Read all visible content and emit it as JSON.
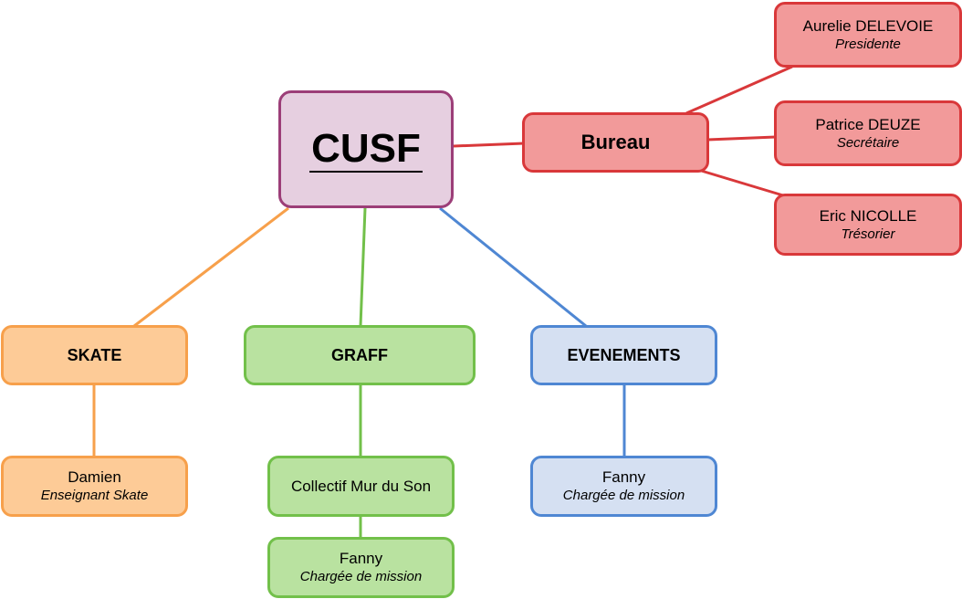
{
  "colors": {
    "root_fill": "#e6cfe0",
    "root_border": "#9c3e78",
    "bureau_fill": "#f29a9a",
    "bureau_border": "#d9383a",
    "skate_fill": "#fdcb97",
    "skate_border": "#f7a04b",
    "graff_fill": "#b9e2a0",
    "graff_border": "#72c04a",
    "evenements_fill": "#d5e0f2",
    "evenements_border": "#4f87d3"
  },
  "root": {
    "title": "CUSF"
  },
  "bureau": {
    "title": "Bureau",
    "members": [
      {
        "name": "Aurelie DELEVOIE",
        "role": "Presidente"
      },
      {
        "name": "Patrice DEUZE",
        "role": "Secrétaire"
      },
      {
        "name": "Eric NICOLLE",
        "role": "Trésorier"
      }
    ]
  },
  "skate": {
    "title": "SKATE",
    "member": {
      "name": "Damien",
      "role": "Enseignant Skate"
    }
  },
  "graff": {
    "title": "GRAFF",
    "collective": {
      "name": "Collectif Mur du Son"
    },
    "member": {
      "name": "Fanny",
      "role": "Chargée de mission"
    }
  },
  "evenements": {
    "title": "EVENEMENTS",
    "member": {
      "name": "Fanny",
      "role": "Chargée de mission"
    }
  }
}
